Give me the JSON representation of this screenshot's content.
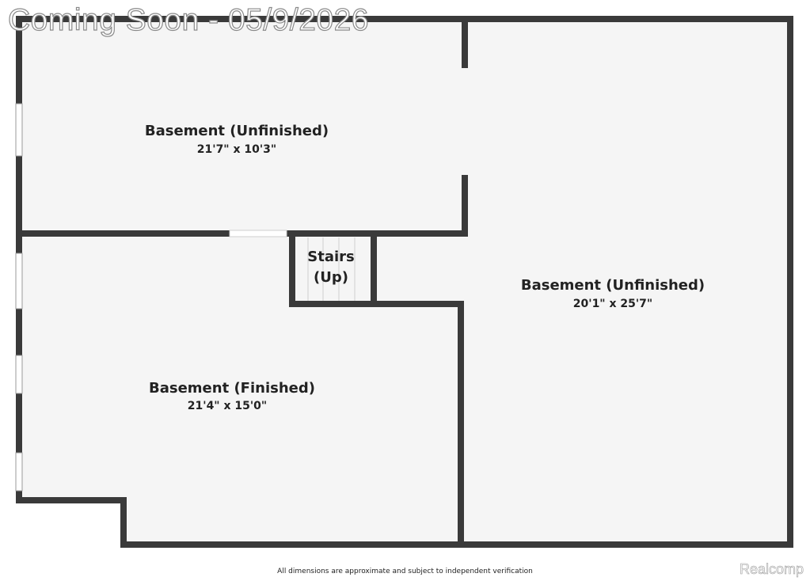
{
  "watermark": "Coming Soon - 05/9/2026",
  "rooms": {
    "upper_left": {
      "name": "Basement (Unfinished)",
      "dims": "21'7\" x 10'3\""
    },
    "right": {
      "name": "Basement (Unfinished)",
      "dims": "20'1\" x 25'7\""
    },
    "lower_left": {
      "name": "Basement (Finished)",
      "dims": "21'4\" x 15'0\""
    },
    "stairs": {
      "line1": "Stairs",
      "line2": "(Up)"
    }
  },
  "footer_note": "All dimensions are approximate and subject to independent verification",
  "brand": "Realcomp",
  "colors": {
    "wall": "#3a3a3a",
    "floor": "#f5f5f5",
    "window": "#ffffff"
  }
}
